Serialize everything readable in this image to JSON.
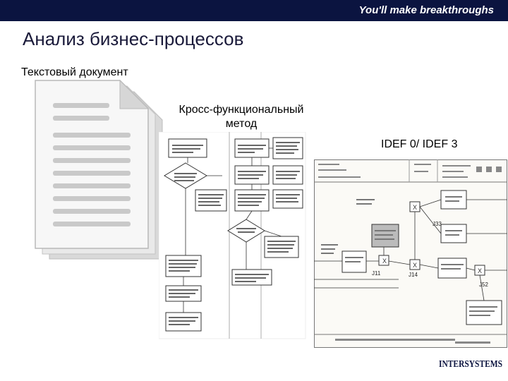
{
  "header": {
    "tagline": "You'll make breakthroughs"
  },
  "title": "Анализ бизнес-процессов",
  "section_text_doc": "Текстовый документ",
  "cross_functional": {
    "line1": "Кросс-функциональный",
    "line2": "метод"
  },
  "idef": {
    "label": "IDEF 0/ IDEF 3",
    "nodes": [
      "J11",
      "J14",
      "J33",
      "J52"
    ]
  },
  "logo": {
    "text": "InterSystems"
  },
  "colors": {
    "header_bg": "#0b1440",
    "title": "#1a1a3a"
  }
}
